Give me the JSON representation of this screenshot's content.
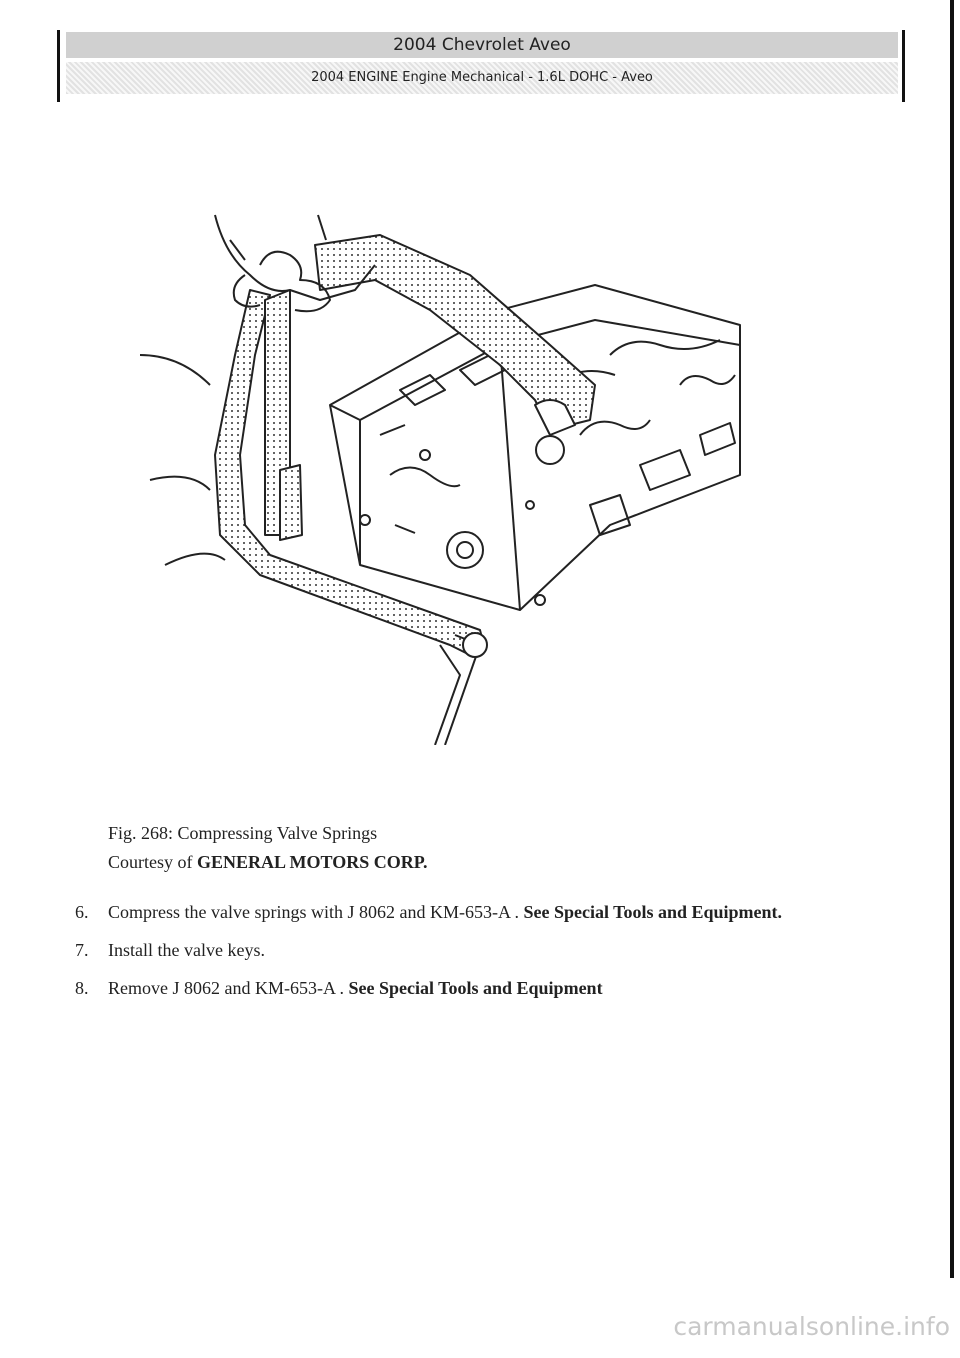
{
  "header": {
    "title": "2004 Chevrolet Aveo",
    "subtitle": "2004 ENGINE Engine Mechanical - 1.6L DOHC - Aveo"
  },
  "figure": {
    "caption": "Fig. 268: Compressing Valve Springs",
    "courtesy_prefix": "Courtesy of ",
    "courtesy_source": "GENERAL MOTORS CORP."
  },
  "steps": [
    {
      "num": "6.",
      "text": "Compress the valve springs with J 8062 and KM-653-A . ",
      "link": "See Special Tools and Equipment",
      "suffix": "."
    },
    {
      "num": "7.",
      "text": "Install the valve keys.",
      "link": "",
      "suffix": ""
    },
    {
      "num": "8.",
      "text": "Remove J 8062 and KM-653-A . ",
      "link": "See Special Tools and Equipment",
      "suffix": "."
    }
  ],
  "watermark": "carmanualsonline.info"
}
